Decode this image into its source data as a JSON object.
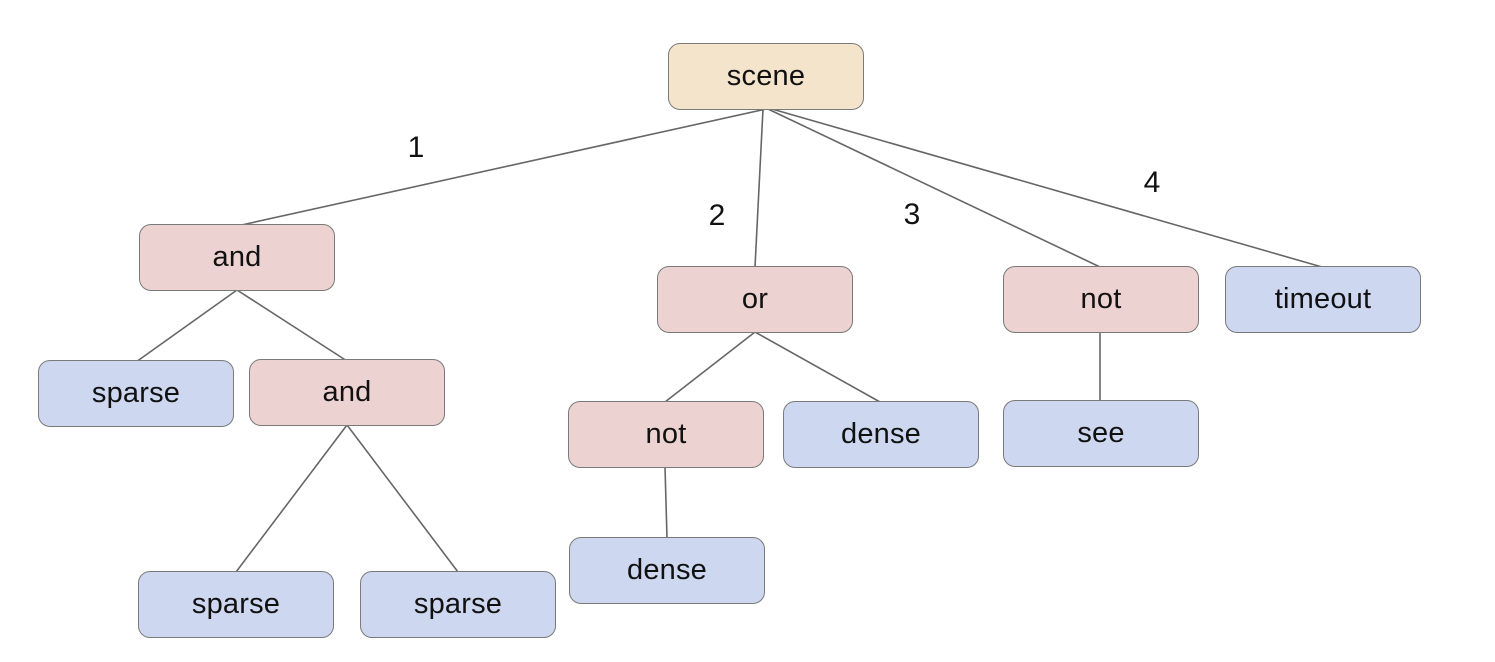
{
  "diagram": {
    "type": "tree",
    "background_color": "#ffffff",
    "node_border_color": "#7a7a7a",
    "edge_color": "#666666",
    "node_fills": {
      "root": "#f4e4cb",
      "operator": "#ecd2d0",
      "leaf": "#cdd7ef"
    },
    "nodes": {
      "scene": {
        "label": "scene",
        "kind": "root"
      },
      "and1": {
        "label": "and",
        "kind": "operator"
      },
      "or1": {
        "label": "or",
        "kind": "operator"
      },
      "not2": {
        "label": "not",
        "kind": "operator"
      },
      "timeout": {
        "label": "timeout",
        "kind": "leaf"
      },
      "sparse1": {
        "label": "sparse",
        "kind": "leaf"
      },
      "and2": {
        "label": "and",
        "kind": "operator"
      },
      "sparse2": {
        "label": "sparse",
        "kind": "leaf"
      },
      "sparse3": {
        "label": "sparse",
        "kind": "leaf"
      },
      "not1": {
        "label": "not",
        "kind": "operator"
      },
      "dense1": {
        "label": "dense",
        "kind": "leaf"
      },
      "dense2": {
        "label": "dense",
        "kind": "leaf"
      },
      "see": {
        "label": "see",
        "kind": "leaf"
      }
    },
    "edges": [
      {
        "from": "scene",
        "to": "and1",
        "label": "1"
      },
      {
        "from": "scene",
        "to": "or1",
        "label": "2"
      },
      {
        "from": "scene",
        "to": "not2",
        "label": "3"
      },
      {
        "from": "scene",
        "to": "timeout",
        "label": "4"
      },
      {
        "from": "and1",
        "to": "sparse1",
        "label": ""
      },
      {
        "from": "and1",
        "to": "and2",
        "label": ""
      },
      {
        "from": "and2",
        "to": "sparse2",
        "label": ""
      },
      {
        "from": "and2",
        "to": "sparse3",
        "label": ""
      },
      {
        "from": "or1",
        "to": "not1",
        "label": ""
      },
      {
        "from": "or1",
        "to": "dense1",
        "label": ""
      },
      {
        "from": "not1",
        "to": "dense2",
        "label": ""
      },
      {
        "from": "not2",
        "to": "see",
        "label": ""
      }
    ]
  }
}
